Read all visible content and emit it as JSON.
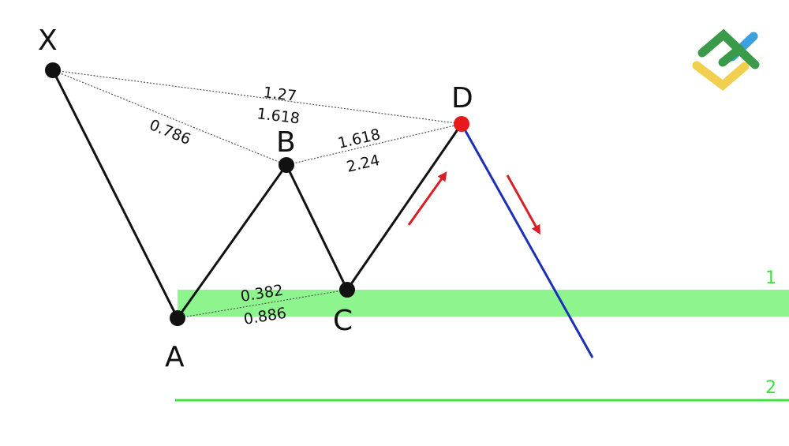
{
  "points": {
    "X": "X",
    "A": "A",
    "B": "B",
    "C": "C",
    "D": "D"
  },
  "ratios": {
    "xd_1": "1.27",
    "xd_2": "1.618",
    "xb": "0.786",
    "bd_1": "1.618",
    "bd_2": "2.24",
    "ac_1": "0.382",
    "ac_2": "0.886"
  },
  "levels": {
    "level1": "1",
    "level2": "2"
  },
  "colors": {
    "pattern": "#111111",
    "point_d": "#e8191b",
    "projection": "#1c2fb8",
    "arrows": "#d81f26",
    "zone": "#8ef58e",
    "level_line": "#3ee03e",
    "logo_green": "#3a9a4a",
    "logo_yellow": "#f2cf4f",
    "logo_blue": "#3aa0e0"
  }
}
